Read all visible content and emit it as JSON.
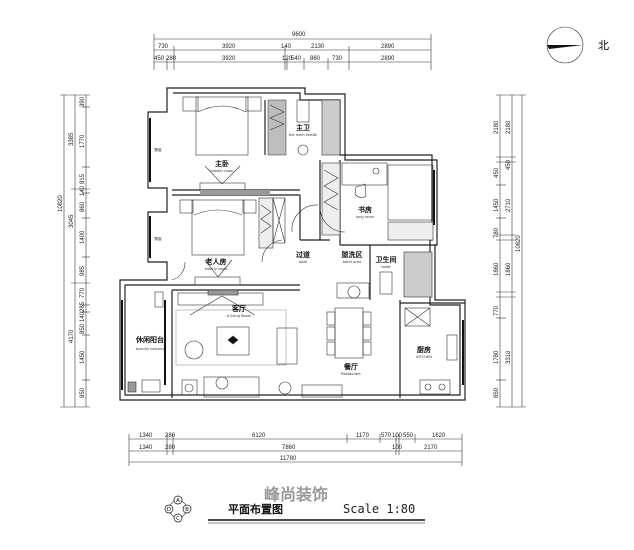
{
  "compass": {
    "north_label": "北"
  },
  "top_dims": {
    "total": "9600",
    "row2": [
      "730",
      "3920",
      "140",
      "2130",
      "2890"
    ],
    "row3": [
      "450",
      "280",
      "3920",
      "120",
      "540",
      "860",
      "730",
      "2890"
    ]
  },
  "bottom_dims": {
    "row1": [
      "1340",
      "280",
      "6120",
      "1170",
      "570",
      "100",
      "550",
      "1620"
    ],
    "row2": [
      "1340",
      "280",
      "7860",
      "100",
      "2170"
    ],
    "total": "11780"
  },
  "left_dims": {
    "total": "10820",
    "middle": [
      "3385",
      "3045",
      "4170"
    ],
    "inner": [
      "390",
      "1770",
      "815",
      "140",
      "860",
      "1400",
      "985",
      "770",
      "285",
      "140",
      "850",
      "1450",
      "850"
    ]
  },
  "right_dims": {
    "total": "10820",
    "middle": [
      "2180",
      "450",
      "2710",
      "1860",
      "3310"
    ],
    "inner": [
      "2180",
      "450",
      "1450",
      "780",
      "1860",
      "770",
      "1780",
      "850"
    ]
  },
  "rooms": {
    "master_bedroom": {
      "cn": "主卧",
      "en": "master room"
    },
    "master_bath": {
      "cn": "主卫",
      "en": "the main health"
    },
    "study": {
      "cn": "书房",
      "en": "long room"
    },
    "aisle": {
      "cn": "过道",
      "en": "aisle"
    },
    "wash_area": {
      "cn": "盥洗区",
      "en": "toilet area"
    },
    "toilet": {
      "cn": "卫生间",
      "en": "toilet"
    },
    "elderly_room": {
      "cn": "老人房",
      "en": "elderly room"
    },
    "living_room": {
      "cn": "客厅",
      "en": "A living Room"
    },
    "balcony": {
      "cn": "休闲阳台",
      "en": "laundry balcony"
    },
    "dining": {
      "cn": "餐厅",
      "en": "Restaurant"
    },
    "kitchen": {
      "cn": "厨房",
      "en": "KITCHEN"
    },
    "bay_window_1": {
      "cn": "飘窗"
    },
    "bay_window_2": {
      "cn": "飘窗"
    }
  },
  "footer": {
    "title": "平面布置图",
    "scale": "Scale 1:80",
    "logo": "峰尚装饰",
    "axis_labels": [
      "A",
      "B",
      "C",
      "D"
    ]
  }
}
